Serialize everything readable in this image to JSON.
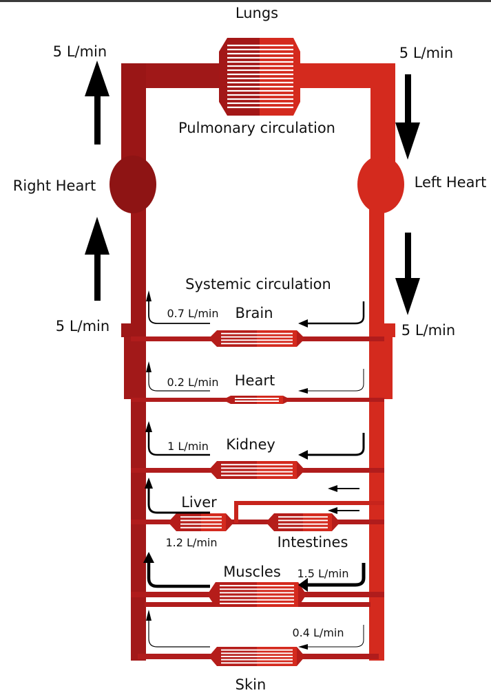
{
  "colors": {
    "venous_dark": "#8e1414",
    "venous_mid": "#b01c1c",
    "arterial": "#d42a1e",
    "arterial_light": "#e0352a",
    "capillary_stripe": "#ffffff",
    "arrow": "#000000"
  },
  "labels": {
    "lungs": "Lungs",
    "pulmonary": "Pulmonary circulation",
    "systemic": "Systemic circulation",
    "right_heart": "Right Heart",
    "left_heart": "Left Heart",
    "flow_top_left": "5 L/min",
    "flow_top_right": "5 L/min",
    "flow_mid_left": "5 L/min",
    "flow_mid_right": "5 L/min"
  },
  "organs": {
    "brain": {
      "name": "Brain",
      "flow": "0.7 L/min"
    },
    "heart": {
      "name": "Heart",
      "flow": "0.2 L/min"
    },
    "kidney": {
      "name": "Kidney",
      "flow": "1 L/min"
    },
    "liver": {
      "name": "Liver",
      "flow": "1.2 L/min"
    },
    "intestines": {
      "name": "Intestines"
    },
    "muscles": {
      "name": "Muscles",
      "flow": "1.5 L/min"
    },
    "skin": {
      "name": "Skin",
      "flow": "0.4 L/min"
    }
  }
}
